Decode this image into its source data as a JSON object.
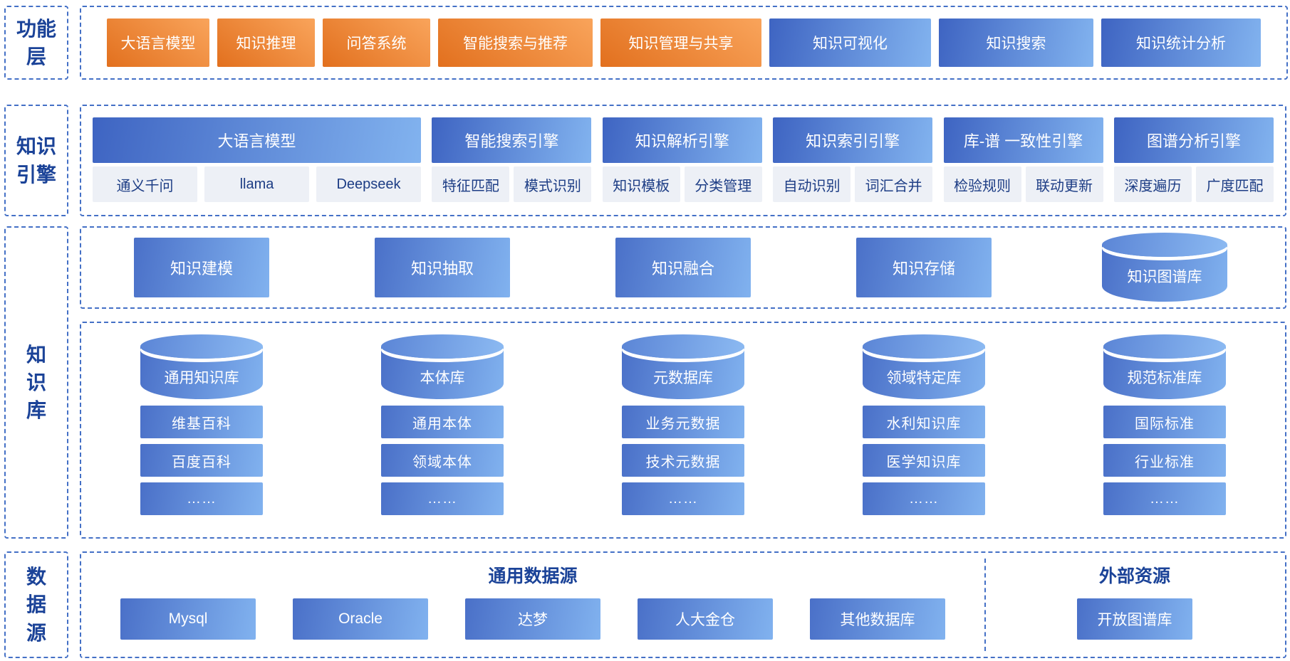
{
  "colors": {
    "dashed_border": "#4470c6",
    "label_text": "#1b4398",
    "orange_gradient": [
      "#e2701e",
      "#f9a45b"
    ],
    "blue_gradient": [
      "#3e64c2",
      "#82b3ef"
    ],
    "node_gradient": [
      "#4a70c8",
      "#81b2ef"
    ],
    "chip_bg": "#edf0f6",
    "chip_text": "#1d3d85"
  },
  "function_layer": {
    "label": "功能层",
    "items": [
      {
        "label": "大语言模型",
        "color": "orange"
      },
      {
        "label": "知识推理",
        "color": "orange"
      },
      {
        "label": "问答系统",
        "color": "orange"
      },
      {
        "label": "智能搜索与推荐",
        "color": "orange"
      },
      {
        "label": "知识管理与共享",
        "color": "orange"
      },
      {
        "label": "知识可视化",
        "color": "blue"
      },
      {
        "label": "知识搜索",
        "color": "blue"
      },
      {
        "label": "知识统计分析",
        "color": "blue"
      }
    ]
  },
  "engine_layer": {
    "label": "知识引擎",
    "llm": {
      "title": "大语言模型",
      "items": [
        "通义千问",
        "llama",
        "Deepseek"
      ]
    },
    "engines": [
      {
        "title": "智能搜索引擎",
        "items": [
          "特征匹配",
          "模式识别"
        ]
      },
      {
        "title": "知识解析引擎",
        "items": [
          "知识模板",
          "分类管理"
        ]
      },
      {
        "title": "知识索引引擎",
        "items": [
          "自动识别",
          "词汇合并"
        ]
      },
      {
        "title": "库-谱 一致性引擎",
        "items": [
          "检验规则",
          "联动更新"
        ]
      },
      {
        "title": "图谱分析引擎",
        "items": [
          "深度遍历",
          "广度匹配"
        ]
      }
    ]
  },
  "knowledge_layer": {
    "label": "知识库",
    "processes": [
      "知识建模",
      "知识抽取",
      "知识融合",
      "知识存储"
    ],
    "graph_store": "知识图谱库",
    "columns": [
      {
        "header": "通用知识库",
        "items": [
          "维基百科",
          "百度百科",
          "……"
        ]
      },
      {
        "header": "本体库",
        "items": [
          "通用本体",
          "领域本体",
          "……"
        ]
      },
      {
        "header": "元数据库",
        "items": [
          "业务元数据",
          "技术元数据",
          "……"
        ]
      },
      {
        "header": "领域特定库",
        "items": [
          "水利知识库",
          "医学知识库",
          "……"
        ]
      },
      {
        "header": "规范标准库",
        "items": [
          "国际标准",
          "行业标准",
          "……"
        ]
      }
    ]
  },
  "datasource_layer": {
    "label": "数据源",
    "general": {
      "title": "通用数据源",
      "items": [
        "Mysql",
        "Oracle",
        "达梦",
        "人大金仓",
        "其他数据库"
      ]
    },
    "external": {
      "title": "外部资源",
      "items": [
        "开放图谱库"
      ]
    }
  }
}
